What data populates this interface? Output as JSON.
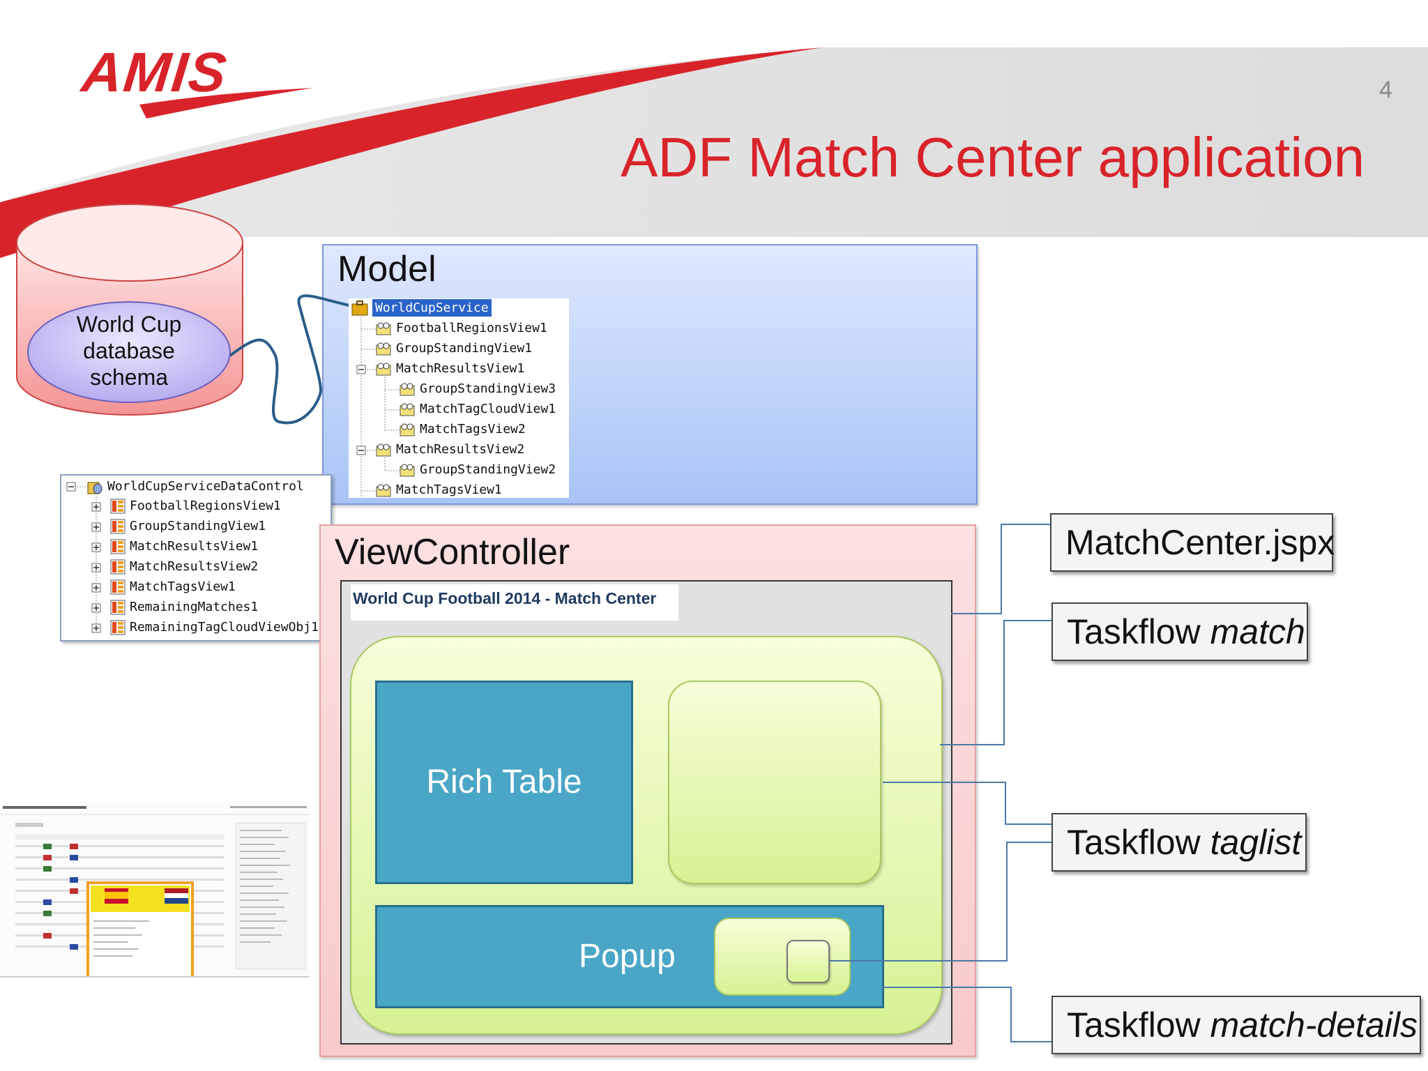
{
  "slide": {
    "title": "ADF Match Center application",
    "number": "4",
    "logo": "AMIS"
  },
  "database": {
    "label_lines": [
      "World Cup",
      "database",
      "schema"
    ]
  },
  "model": {
    "title": "Model",
    "tree": [
      {
        "label": "WorldCupService",
        "level": 0,
        "selected": true
      },
      {
        "label": "FootballRegionsView1",
        "level": 1
      },
      {
        "label": "GroupStandingView1",
        "level": 1
      },
      {
        "label": "MatchResultsView1",
        "level": 1
      },
      {
        "label": "GroupStandingView3",
        "level": 2
      },
      {
        "label": "MatchTagCloudView1",
        "level": 2
      },
      {
        "label": "MatchTagsView2",
        "level": 2
      },
      {
        "label": "MatchResultsView2",
        "level": 1
      },
      {
        "label": "GroupStandingView2",
        "level": 2
      },
      {
        "label": "MatchTagsView1",
        "level": 1
      }
    ]
  },
  "data_control": {
    "root": "WorldCupServiceDataControl",
    "items": [
      "FootballRegionsView1",
      "GroupStandingView1",
      "MatchResultsView1",
      "MatchResultsView2",
      "MatchTagsView1",
      "RemainingMatches1",
      "RemainingTagCloudViewObj1"
    ]
  },
  "view_controller": {
    "title": "ViewController",
    "page_header": "World Cup Football 2014 - Match Center",
    "rich_table": "Rich Table",
    "popup": "Popup"
  },
  "labels": {
    "match_center": "MatchCenter.jspx",
    "taskflow_prefix": "Taskflow ",
    "match": "match",
    "taglist": "taglist",
    "match_details": "match-details"
  },
  "colors": {
    "accent_red": "#d9232a",
    "teal": "#4aa6c6",
    "lime": "#ecf9c2"
  }
}
